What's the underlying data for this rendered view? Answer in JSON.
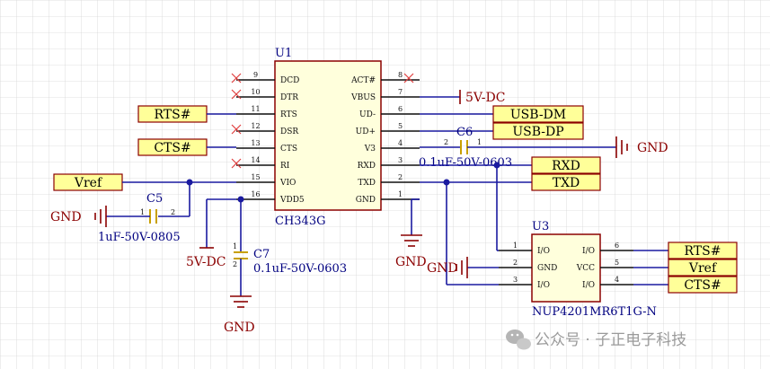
{
  "u1": {
    "designator": "U1",
    "part": "CH343G",
    "left_pins": [
      {
        "num": "9",
        "name": "DCD"
      },
      {
        "num": "10",
        "name": "DTR"
      },
      {
        "num": "11",
        "name": "RTS"
      },
      {
        "num": "12",
        "name": "DSR"
      },
      {
        "num": "13",
        "name": "CTS"
      },
      {
        "num": "14",
        "name": "RI"
      },
      {
        "num": "15",
        "name": "VIO"
      },
      {
        "num": "16",
        "name": "VDD5"
      }
    ],
    "right_pins": [
      {
        "num": "8",
        "name": "ACT#"
      },
      {
        "num": "7",
        "name": "VBUS"
      },
      {
        "num": "6",
        "name": "UD-"
      },
      {
        "num": "5",
        "name": "UD+"
      },
      {
        "num": "4",
        "name": "V3"
      },
      {
        "num": "3",
        "name": "RXD"
      },
      {
        "num": "2",
        "name": "TXD"
      },
      {
        "num": "1",
        "name": "GND"
      }
    ]
  },
  "u3": {
    "designator": "U3",
    "part": "NUP4201MR6T1G-N",
    "left_pins": [
      {
        "num": "1",
        "name": "I/O"
      },
      {
        "num": "2",
        "name": "GND"
      },
      {
        "num": "3",
        "name": "I/O"
      }
    ],
    "right_pins": [
      {
        "num": "6",
        "name": "I/O"
      },
      {
        "num": "5",
        "name": "VCC"
      },
      {
        "num": "4",
        "name": "I/O"
      }
    ]
  },
  "capacitors": {
    "c5": {
      "designator": "C5",
      "value": "1uF-50V-0805",
      "pin1": "1",
      "pin2": "2"
    },
    "c6": {
      "designator": "C6",
      "value": "0.1uF-50V-0603",
      "pin1": "1",
      "pin2": "2"
    },
    "c7": {
      "designator": "C7",
      "value": "0.1uF-50V-0603",
      "pin1": "1",
      "pin2": "2"
    }
  },
  "ports": {
    "rts_in": "RTS#",
    "cts_in": "CTS#",
    "vref_in": "Vref",
    "usb_dm": "USB-DM",
    "usb_dp": "USB-DP",
    "rxd": "RXD",
    "txd": "TXD",
    "u3_rts": "RTS#",
    "u3_vref": "Vref",
    "u3_cts": "CTS#"
  },
  "power": {
    "vbus": "5V-DC",
    "vdd5": "5V-DC",
    "gnd": "GND"
  },
  "watermark": "公众号 · 子正电子科技",
  "colors": {
    "wire": "#1a1aa0",
    "power": "#8b0000",
    "port_fill": "#ffff99",
    "capacitor": "#c8a000",
    "no_connect": "#e04040"
  }
}
